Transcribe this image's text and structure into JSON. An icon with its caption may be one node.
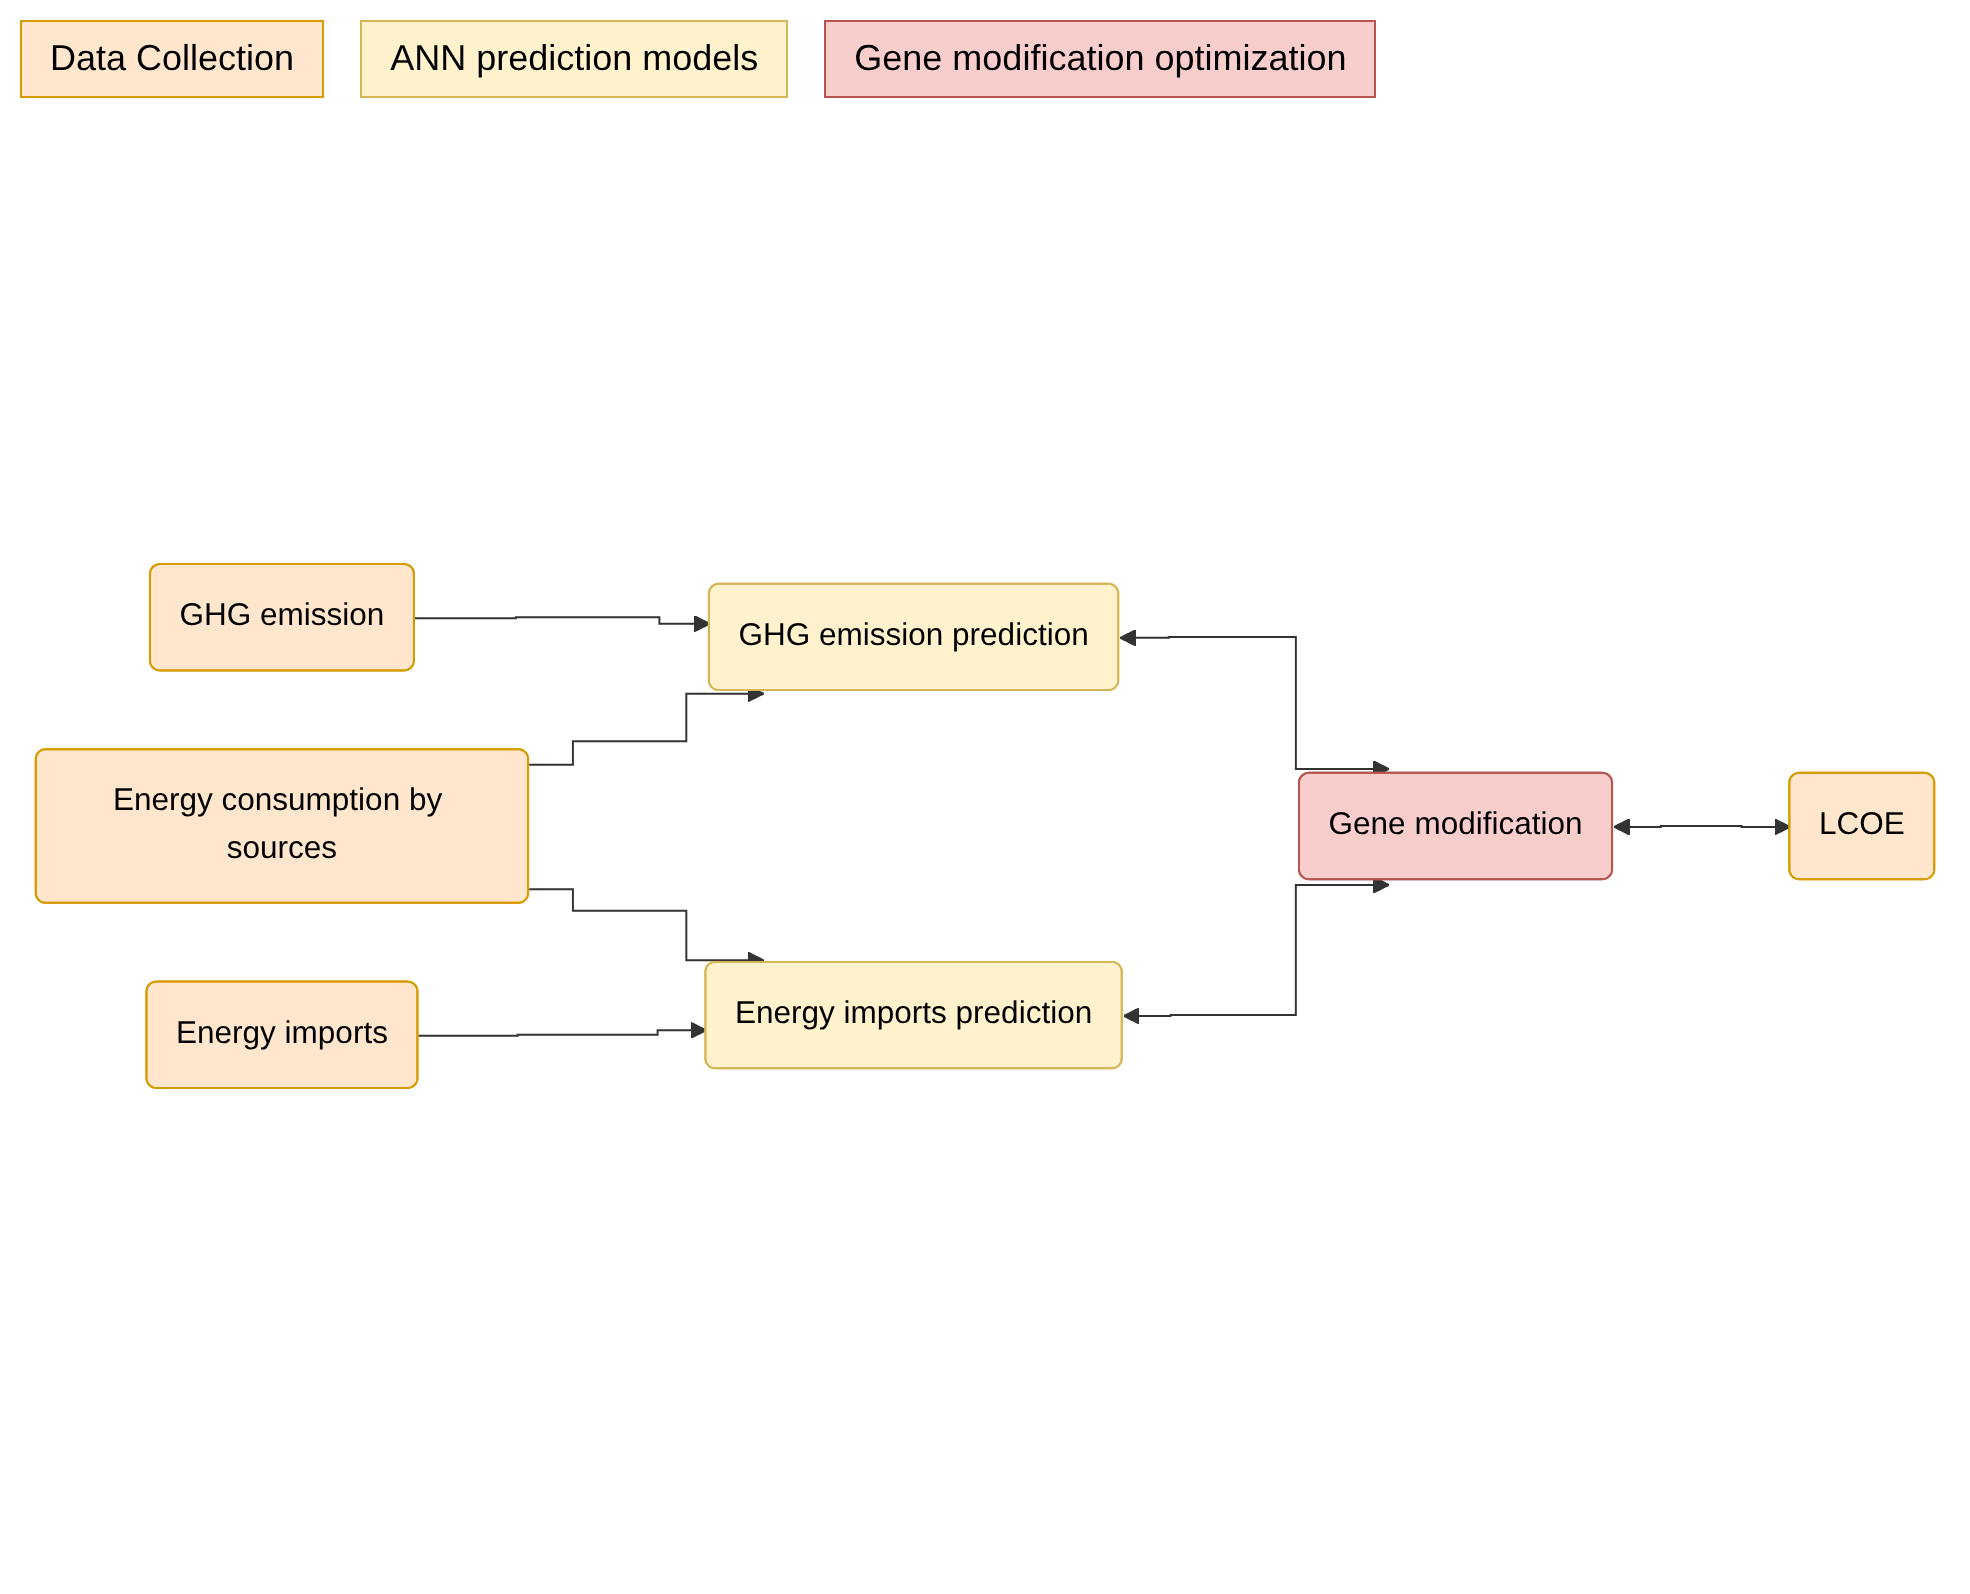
{
  "diagram": {
    "nodes": [
      {
        "text": [
          "GHG emission"
        ]
      },
      {
        "text": [
          "Energy consumption by sources"
        ]
      },
      {
        "text": [
          "Energy imports"
        ]
      },
      {
        "text": [
          "LCOE"
        ]
      },
      {
        "text": [
          "GHG emission prediction"
        ]
      },
      {
        "text": [
          "Energy imports prediction"
        ]
      },
      {
        "text": [
          "Gene modification"
        ]
      }
    ],
    "edges": [
      {
        "from": 0,
        "to": 4,
        "arrow": "to"
      },
      {
        "from": 1,
        "to": 4,
        "arrow": "to"
      },
      {
        "from": 1,
        "to": 5,
        "arrow": "to"
      },
      {
        "from": 2,
        "to": 5,
        "arrow": "to"
      },
      {
        "from": 4,
        "to": 6,
        "arrow": "both"
      },
      {
        "from": 5,
        "to": 6,
        "arrow": "both"
      },
      {
        "from": 6,
        "to": 3,
        "arrow": "both"
      }
    ],
    "legend": [
      {
        "text": "Data Collection",
        "color": "#ffe6cc"
      },
      {
        "text": "ANN prediction models",
        "color": "#fff2cc"
      },
      {
        "text": "Gene modification optimization",
        "color": "#f8cecc"
      }
    ]
  }
}
